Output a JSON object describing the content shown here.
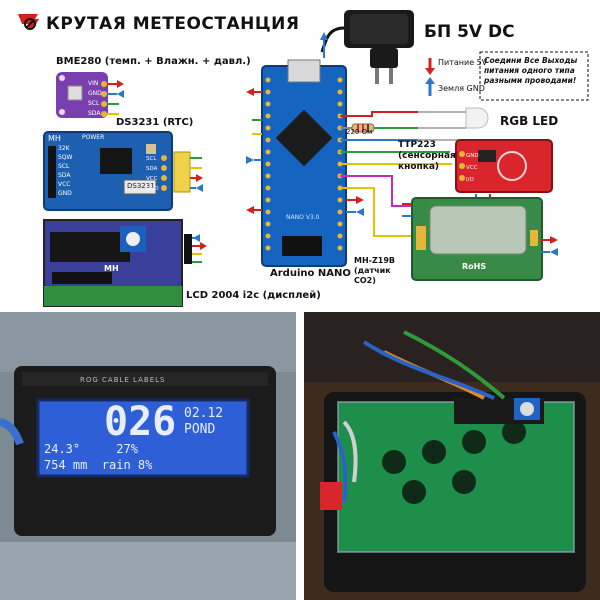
{
  "title": "КРУТАЯ МЕТЕОСТАНЦИЯ",
  "power_supply": {
    "label": "БП 5V DC",
    "legend_plus": "Питание 5V",
    "legend_gnd": "Земля GND",
    "note": "Соедини Все Выходы питания одного типа разными проводами!"
  },
  "modules": {
    "bme280": {
      "label": "BME280 (темп. + Влажн. + давл.)",
      "pins": [
        "VIN",
        "GND",
        "SCL",
        "SDA"
      ]
    },
    "ds3231": {
      "label": "DS3231 (RTC)",
      "board_mark": "MH",
      "power_mark": "POWER",
      "chip_mark": "DS3231",
      "pins": [
        "32K",
        "SQW",
        "SCL",
        "SDA",
        "VCC",
        "GND"
      ],
      "right_pins": [
        "SCL",
        "SDA",
        "VCC",
        "GND"
      ]
    },
    "lcd": {
      "label": "LCD 2004 i2c (дисплей)",
      "board_mark": "MH"
    },
    "arduino": {
      "label": "Arduino NANO",
      "board_mark": "NANO V3.0"
    },
    "resistor": {
      "label": "220 Ом"
    },
    "rgb_led": {
      "label": "RGB LED"
    },
    "ttp223": {
      "label": "TTP223 (сенсорная кнопка)",
      "pins": [
        "GND",
        "VCC",
        "I/O"
      ]
    },
    "mhz19b": {
      "label": "MH-Z19B (датчик CO2)",
      "rohs": "RoHS"
    }
  },
  "photo_left": {
    "case_label": "ROG CABLE LABELS",
    "lcd_big": "026",
    "lcd_small_top": "02.12",
    "lcd_small_bottom": "POND",
    "lcd_row3": "24.3°     27%",
    "lcd_row4": "754 mm  rain 8%"
  },
  "colors": {
    "arrow_red": "#d62020",
    "arrow_blue": "#2a78c8",
    "wire_green": "#2e9b3a",
    "wire_yellow": "#e3c200",
    "wire_magenta": "#c42ac0",
    "board_blue": "#1565c0",
    "bme_purple": "#7a3fae",
    "ttp_red": "#d9262c",
    "co2_green": "#3a8a47"
  },
  "icons": [
    "logo-icon",
    "power-adapter-icon",
    "arrow-up-icon",
    "arrow-down-icon",
    "led-icon"
  ]
}
